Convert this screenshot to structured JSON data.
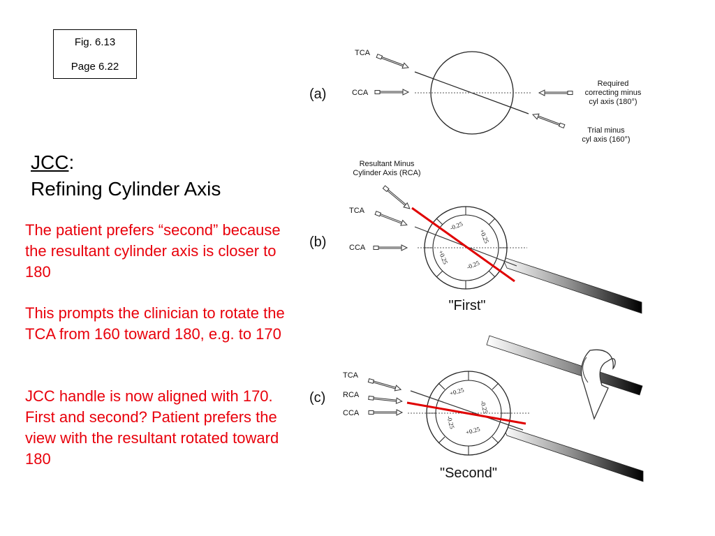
{
  "figure_ref": {
    "fig": "Fig. 6.13",
    "page": "Page 6.22"
  },
  "title": {
    "abbr": "JCC",
    "colon": ":",
    "subtitle": "Refining Cylinder Axis"
  },
  "paragraphs": [
    "The patient prefers “second” because the resultant cylinder axis is closer to 180",
    "This prompts the clinician to rotate the TCA from 160 toward 180, e.g. to 170",
    "JCC handle is now aligned with 170.  First and second? Patient prefers the view with the resultant rotated toward 180"
  ],
  "colors": {
    "red_text": "#e8000b",
    "red_line": "#e00000"
  },
  "diagram": {
    "panel_a": {
      "letter": "(a)",
      "tca": "TCA",
      "cca": "CCA",
      "required_1": "Required",
      "required_2": "correcting minus",
      "required_3": "cyl axis (180°)",
      "trial_1": "Trial minus",
      "trial_2": "cyl axis (160°)"
    },
    "panel_b": {
      "letter": "(b)",
      "rca_1": "Resultant Minus",
      "rca_2": "Cylinder Axis (RCA)",
      "tca": "TCA",
      "cca": "CCA",
      "caption": "\"First\"",
      "tick_1": "-0.25",
      "tick_2": "+0.25",
      "tick_3": "+0.25",
      "tick_4": "-0.25"
    },
    "panel_c": {
      "letter": "(c)",
      "tca": "TCA",
      "rca": "RCA",
      "cca": "CCA",
      "caption": "\"Second\"",
      "tick_1": "+0.25",
      "tick_2": "-0.25",
      "tick_3": "-0.25",
      "tick_4": "+0.25"
    }
  }
}
